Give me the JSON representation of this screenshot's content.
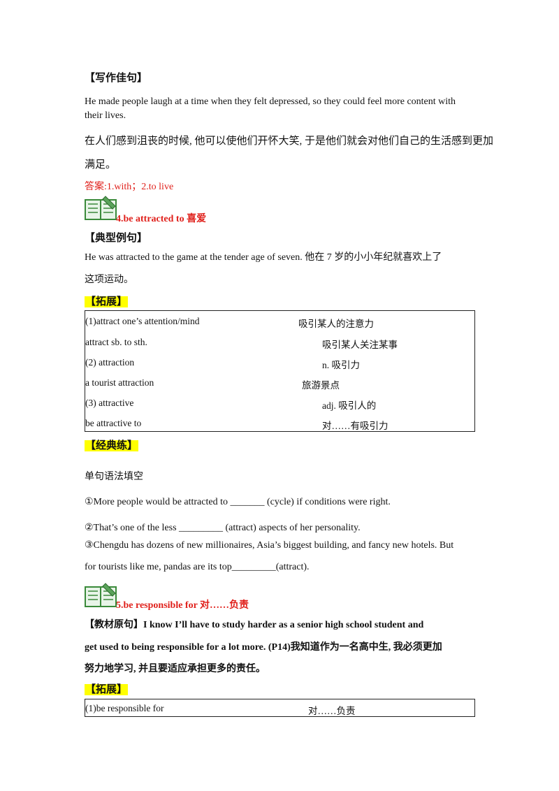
{
  "section1": {
    "header": "【写作佳句】",
    "sentence_en_line1": "He made people laugh at a time when they felt depressed,    so they could feel more content with",
    "sentence_en_line2": "their lives.",
    "sentence_cn_line1": "在人们感到沮丧的时候, 他可以使他们开怀大笑, 于是他们就会对他们自己的生活感到更加",
    "sentence_cn_line2": "满足。",
    "answer": "答案:1.with；2.to live"
  },
  "item4": {
    "title": "4.be  attracted  to  喜爱",
    "example_header": "【典型例句】",
    "example_line1": "He  was  attracted  to  the  game  at  the  tender  age  of  seven.  他在 7 岁的小小年纪就喜欢上了",
    "example_line2": "这项运动。",
    "extend_header": "【拓展】",
    "table": [
      {
        "en": "(1)attract  one’s  attention/mind",
        "cn": "吸引某人的注意力"
      },
      {
        "en": "attract  sb.  to  sth.",
        "cn": "吸引某人关注某事"
      },
      {
        "en": "(2)  attraction",
        "cn": "n.  吸引力"
      },
      {
        "en": "a  tourist  attraction",
        "cn": "旅游景点"
      },
      {
        "en": "(3)  attractive",
        "cn": "adj.  吸引人的"
      },
      {
        "en": "be  attractive  to",
        "cn": "对……有吸引力"
      }
    ],
    "practice_header": "【经典练】",
    "practice_title": "单句语法填空",
    "q1": "①More people would be attracted to _______ (cycle) if conditions were right.",
    "q2": "②That’s one of the less _________ (attract) aspects of her personality.",
    "q3_line1": "③Chengdu has dozens of new millionaires,    Asia’s biggest building,    and fancy new hotels. But",
    "q3_line2": "for tourists like me,    pandas are its top_________(attract)."
  },
  "item5": {
    "title": "5.be  responsible  for  对……负责",
    "textbook_line1": "【教材原句】I  know  I’ll  have  to  study  harder  as  a  senior  high  school  student  and",
    "textbook_line2": "get  used  to  being  responsible  for  a  lot  more.  (P14)我知道作为一名高中生, 我必须更加",
    "textbook_line3": "努力地学习, 并且要适应承担更多的责任。",
    "extend_header": "【拓展】",
    "table": [
      {
        "en": "(1)be  responsible  for",
        "cn": "对……负责"
      }
    ]
  },
  "colors": {
    "answer_red": "#e0201b",
    "highlight": "#ffff00",
    "book_green": "#3a8a3a"
  },
  "icons": [
    "book-pen-icon"
  ]
}
